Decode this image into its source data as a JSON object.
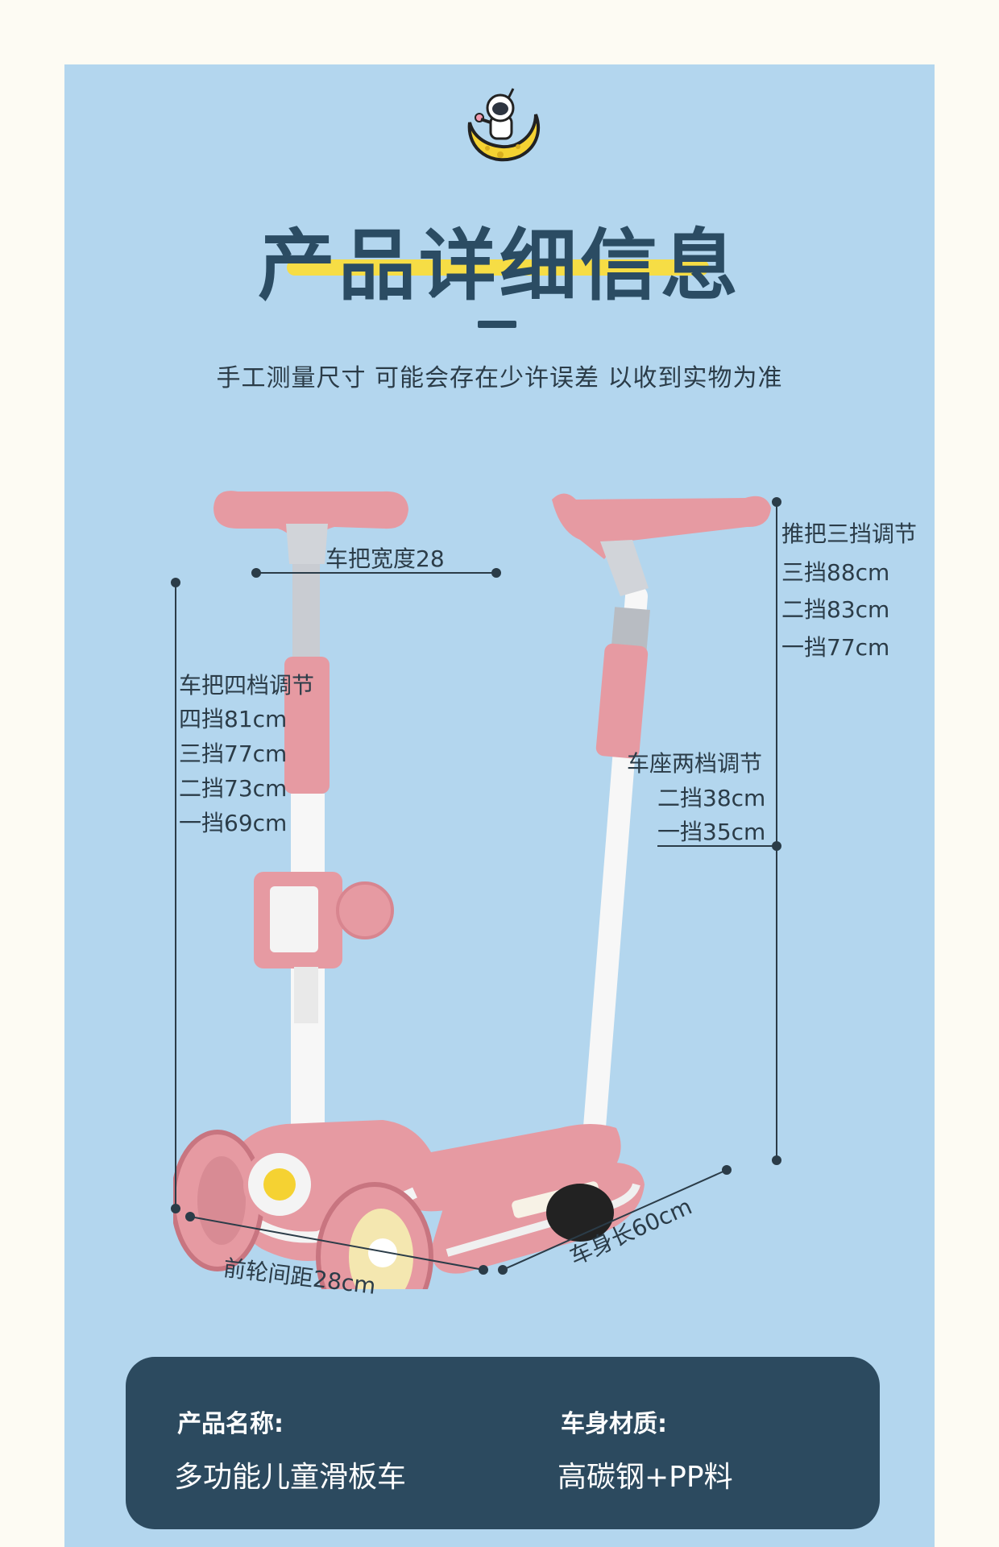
{
  "header": {
    "title": "产品详细信息",
    "subtitle": "手工测量尺寸 可能会存在少许误差 以收到实物为准"
  },
  "dimensions": {
    "handlebar_width": "车把宽度28",
    "handlebar_adjust": {
      "heading": "车把四档调节",
      "levels": [
        "四挡81cm",
        "三挡77cm",
        "二挡73cm",
        "一挡69cm"
      ]
    },
    "push_adjust": {
      "heading": "推把三挡调节",
      "levels": [
        "三挡88cm",
        "二挡83cm",
        "一挡77cm"
      ]
    },
    "seat_adjust": {
      "heading": "车座两档调节",
      "levels": [
        "二挡38cm",
        "一挡35cm"
      ]
    },
    "front_wheel_spacing": "前轮间距28cm",
    "body_length": "车身长60cm"
  },
  "info_card": {
    "name_label": "产品名称:",
    "name_value": "多功能儿童滑板车",
    "material_label": "车身材质:",
    "material_value": "高碳钢+PP料"
  },
  "colors": {
    "panel": "#b3d6ee",
    "title": "#2b4c63",
    "highlight": "#f6dd45",
    "scooter_pink": "#e69aa2",
    "card": "#2c4a5f"
  },
  "icons": {
    "mascot": "astronaut-on-moon-icon"
  }
}
